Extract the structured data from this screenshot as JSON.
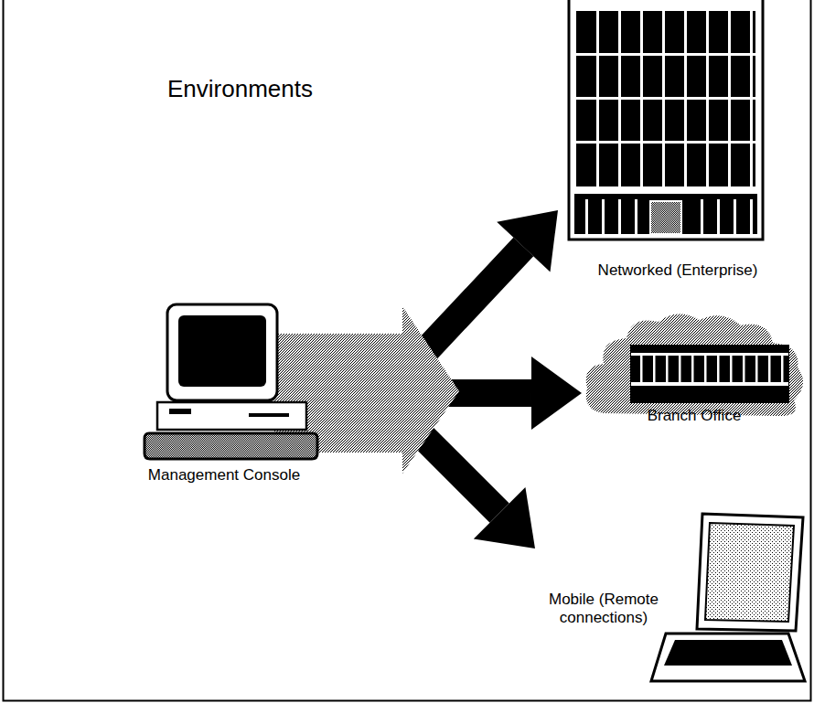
{
  "diagram": {
    "title": "Environments",
    "nodes": [
      {
        "text": [
          "Management Console"
        ]
      },
      {
        "text": [
          "Networked (Enterprise)"
        ]
      },
      {
        "text": [
          "Branch Office"
        ]
      },
      {
        "text": [
          "Mobile (Remote connections)"
        ]
      }
    ],
    "edges": [
      {
        "from": 0,
        "to": 1,
        "arrow": "to"
      },
      {
        "from": 0,
        "to": 2,
        "arrow": "to"
      },
      {
        "from": 0,
        "to": 3,
        "arrow": "to"
      }
    ]
  }
}
